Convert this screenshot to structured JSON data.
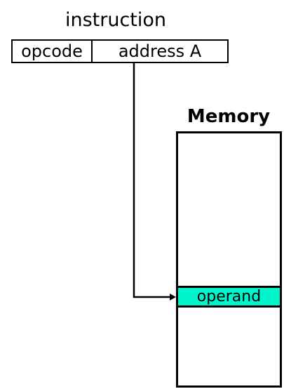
{
  "instruction": {
    "title": "instruction",
    "opcode_label": "opcode",
    "address_label": "address A"
  },
  "memory": {
    "title": "Memory",
    "operand_label": "operand"
  },
  "colors": {
    "operand_fill": "#00f5cc",
    "line": "#000000"
  }
}
